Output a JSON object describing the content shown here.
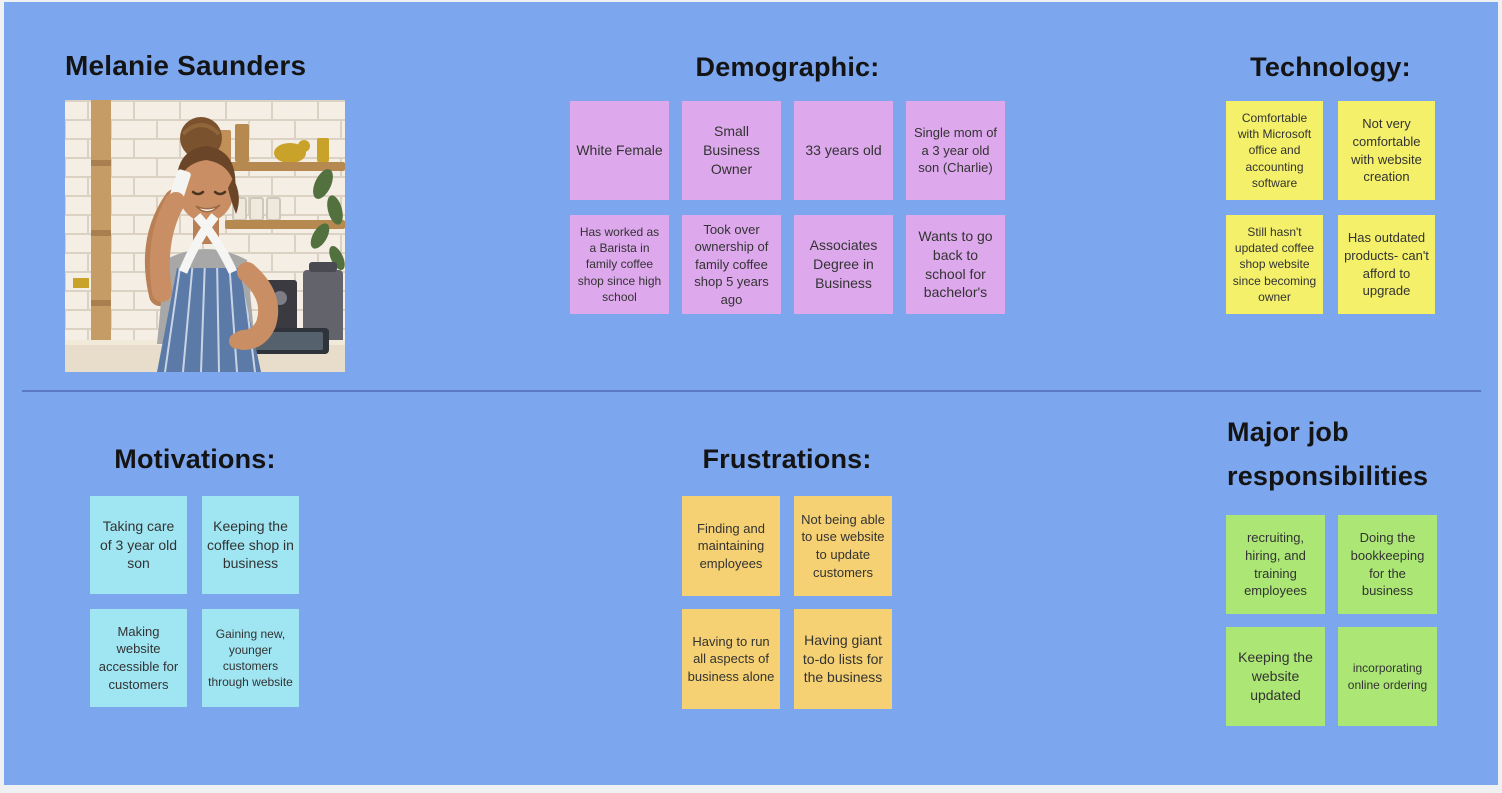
{
  "board": {
    "background_color": "#7CA6EE",
    "divider_color": "#5B7AC4"
  },
  "persona": {
    "name": "Melanie Saunders",
    "photo_alt": "Smiling woman with a hair bun talking on a phone while touching a tablet at a coffee shop counter"
  },
  "sections": {
    "demographic": {
      "title": "Demographic:",
      "note_color": "#DDA8EC",
      "notes": [
        "White Female",
        "Small Business Owner",
        "33 years old",
        "Single mom of a 3 year old son (Charlie)",
        "Has worked as a Barista in family coffee shop since high school",
        "Took over ownership of family coffee shop 5 years ago",
        "Associates Degree in Business",
        "Wants to go back to school for bachelor's"
      ]
    },
    "technology": {
      "title": "Technology:",
      "note_color": "#F4F069",
      "notes": [
        "Comfortable with Microsoft office and accounting software",
        "Not very comfortable with website creation",
        "Still hasn't updated coffee shop website since becoming owner",
        "Has outdated products- can't afford to upgrade"
      ]
    },
    "motivations": {
      "title": "Motivations:",
      "note_color": "#A0E5F2",
      "notes": [
        "Taking care of 3 year old son",
        "Keeping the coffee shop in business",
        "Making website accessible for customers",
        "Gaining new, younger customers through website"
      ]
    },
    "frustrations": {
      "title": "Frustrations:",
      "note_color": "#F6D173",
      "notes": [
        "Finding and maintaining employees",
        "Not being able to use website to update customers",
        "Having to run all aspects of business alone",
        "Having giant to-do lists for the business"
      ]
    },
    "major_responsibilities": {
      "title": "Major job responsibilities",
      "note_color": "#ACE776",
      "notes": [
        "recruiting, hiring, and training employees",
        "Doing the bookkeeping for the business",
        "Keeping the website updated",
        "incorporating online ordering"
      ]
    }
  }
}
